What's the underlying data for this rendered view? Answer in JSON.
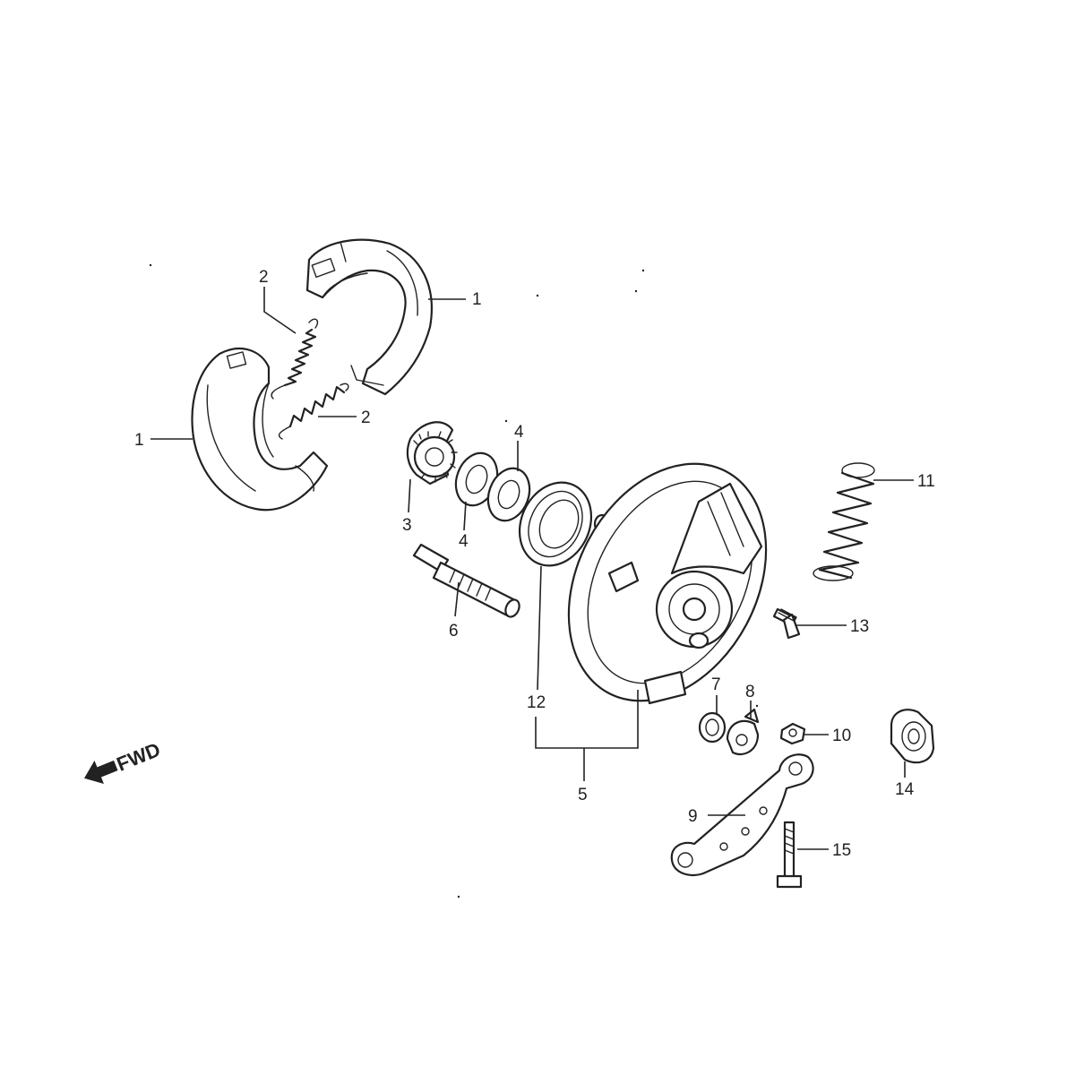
{
  "fwd_indicator": {
    "text": "FWD",
    "icon": "forward-arrow-icon"
  },
  "parts": [
    {
      "id": "brake-shoe-upper",
      "label": "1",
      "name": "brake-shoe"
    },
    {
      "id": "brake-shoe-lower",
      "label": "1",
      "name": "brake-shoe"
    },
    {
      "id": "spring-upper",
      "label": "2",
      "name": "brake-shoe-spring"
    },
    {
      "id": "spring-lower",
      "label": "2",
      "name": "brake-shoe-spring"
    },
    {
      "id": "gear",
      "label": "3",
      "name": "indicator-gear"
    },
    {
      "id": "washer-a",
      "label": "4",
      "name": "washer"
    },
    {
      "id": "washer-b",
      "label": "4",
      "name": "washer"
    },
    {
      "id": "brake-panel",
      "label": "5",
      "name": "brake-panel"
    },
    {
      "id": "cam",
      "label": "6",
      "name": "brake-cam"
    },
    {
      "id": "seal-small",
      "label": "7",
      "name": "dust-seal"
    },
    {
      "id": "indicator-plate",
      "label": "8",
      "name": "wear-indicator-plate"
    },
    {
      "id": "arm",
      "label": "9",
      "name": "brake-arm"
    },
    {
      "id": "nut-small",
      "label": "10",
      "name": "nut"
    },
    {
      "id": "return-spring",
      "label": "11",
      "name": "return-spring"
    },
    {
      "id": "oil-seal",
      "label": "12",
      "name": "oil-seal"
    },
    {
      "id": "screw",
      "label": "13",
      "name": "screw"
    },
    {
      "id": "axle-nut",
      "label": "14",
      "name": "axle-nut"
    },
    {
      "id": "bolt",
      "label": "15",
      "name": "bolt"
    }
  ]
}
